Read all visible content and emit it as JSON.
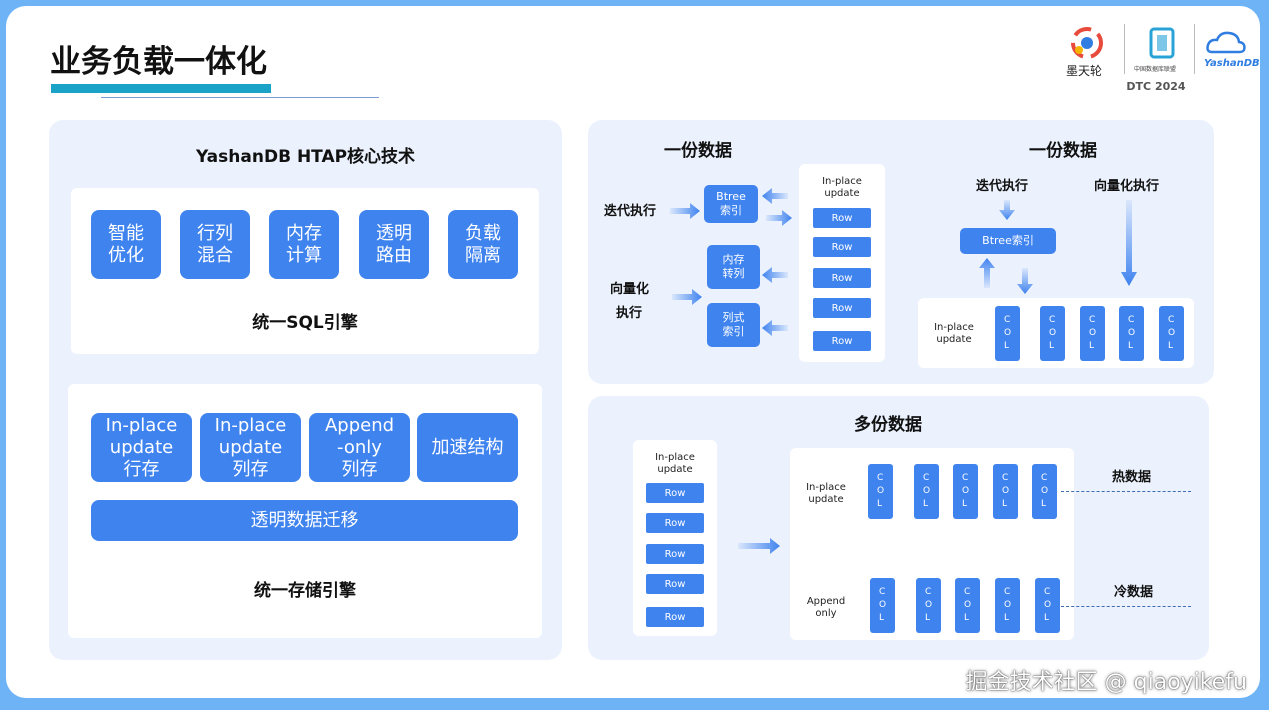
{
  "header": {
    "title": "业务负载一体化",
    "dtc": "DTC 2024",
    "logo1": "墨天轮",
    "logo2": "中国数据库联盟",
    "logo3": "YashanDB"
  },
  "left": {
    "title": "YashanDB HTAP核心技术",
    "engine_boxes": [
      "智能\n优化",
      "行列\n混合",
      "内存\n计算",
      "透明\n路由",
      "负载\n隔离"
    ],
    "engine_label": "统一SQL引擎",
    "storage_boxes": [
      "In-place\nupdate\n行存",
      "In-place\nupdate\n列存",
      "Append\n-only\n列存",
      "加速结构"
    ],
    "migration": "透明数据迁移",
    "storage_label": "统一存储引擎"
  },
  "topright": {
    "title1": "一份数据",
    "iter": "迭代执行",
    "vec": "向量化",
    "vec2": "执行",
    "btree": "Btree\n索引",
    "mem": "内存\n转列",
    "colidx": "列式\n索引",
    "inplace": "In-place\nupdate",
    "rows": [
      "Row",
      "Row",
      "Row",
      "Row",
      "Row"
    ],
    "title2": "一份数据",
    "iter2": "迭代执行",
    "vec_exec": "向量化执行",
    "btree2": "Btree索引",
    "inplace2": "In-place\nupdate",
    "cols": [
      "C\nO\nL",
      "C\nO\nL",
      "C\nO\nL",
      "C\nO\nL",
      "C\nO\nL"
    ]
  },
  "bottomright": {
    "title": "多份数据",
    "inplace": "In-place\nupdate",
    "rows": [
      "Row",
      "Row",
      "Row",
      "Row",
      "Row"
    ],
    "inplace2": "In-place\nupdate",
    "append": "Append\nonly",
    "hot": "热数据",
    "cold": "冷数据",
    "cols_top": [
      "C\nO\nL",
      "C\nO\nL",
      "C\nO\nL",
      "C\nO\nL",
      "C\nO\nL"
    ],
    "cols_bot": [
      "C\nO\nL",
      "C\nO\nL",
      "C\nO\nL",
      "C\nO\nL",
      "C\nO\nL"
    ]
  },
  "watermark": "掘金技术社区 @ qiaoyikefu",
  "colors": {
    "accent": "#3f83ef",
    "panel": "#ebf2fd",
    "title_bar": "#1aa3c7"
  }
}
